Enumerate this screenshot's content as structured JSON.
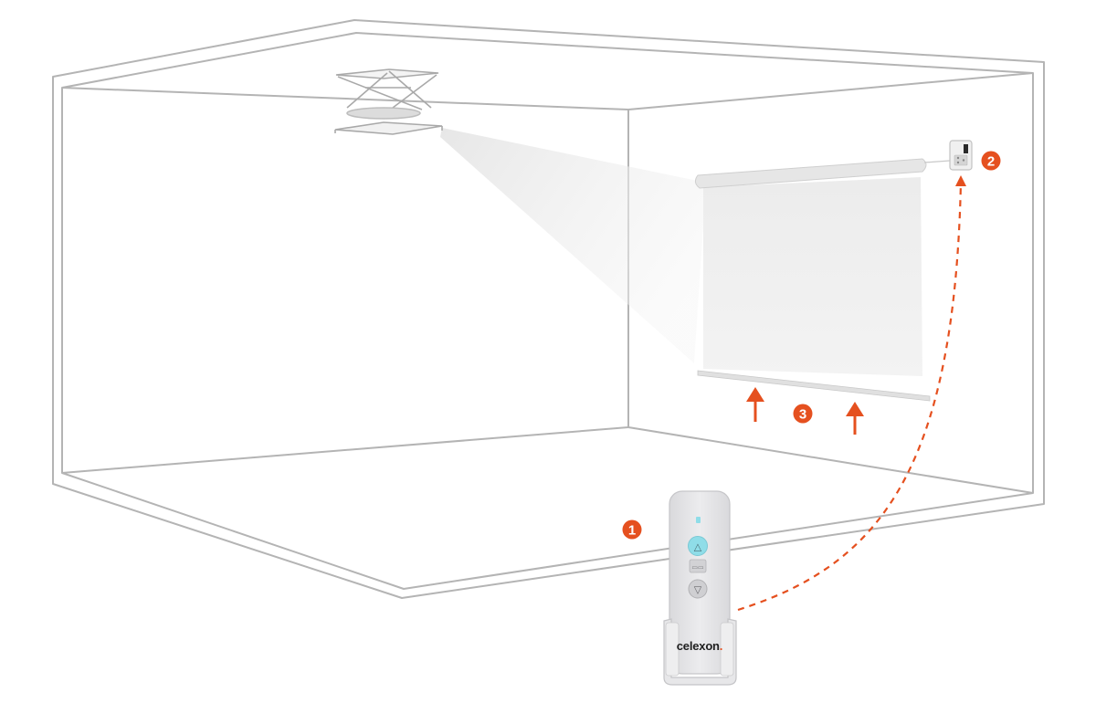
{
  "colors": {
    "accent": "#e5501f",
    "room_outline": "#b4b4b4",
    "screen_fill": "#efefef",
    "beam_fill": "#f2f2f2",
    "remote_body": "#e4e4e6",
    "remote_highlight": "#8fdde8"
  },
  "markers": [
    {
      "label": "1",
      "meaning": "remote control"
    },
    {
      "label": "2",
      "meaning": "receiver unit"
    },
    {
      "label": "3",
      "meaning": "screen moves up"
    }
  ],
  "remote": {
    "brand": "celexon",
    "brand_suffix": ".",
    "buttons": {
      "up": "△",
      "stop": "▭▭",
      "down": "▽"
    }
  },
  "icons": {
    "up_arrow": "arrow-up-icon"
  }
}
